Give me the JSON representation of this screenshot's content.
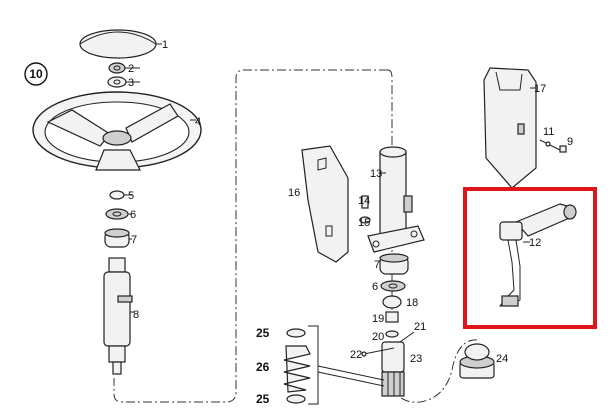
{
  "diagram": {
    "group_number": "10",
    "highlight_color": "#e0141b",
    "labels": {
      "p1": "1",
      "p2": "2",
      "p3": "3",
      "p4": "4",
      "p5": "5",
      "p6": "6",
      "p7": "7",
      "p8": "8",
      "p9": "9",
      "p11": "11",
      "p12": "12",
      "p13": "13",
      "p14": "14",
      "p15": "15",
      "p16": "16",
      "p17": "17",
      "p18": "18",
      "p19": "19",
      "p20": "20",
      "p21": "21",
      "p22": "22",
      "p23": "23",
      "p24": "24",
      "p25a": "25",
      "p25b": "25",
      "p26": "26",
      "p6b": "6",
      "p7b": "7"
    }
  }
}
